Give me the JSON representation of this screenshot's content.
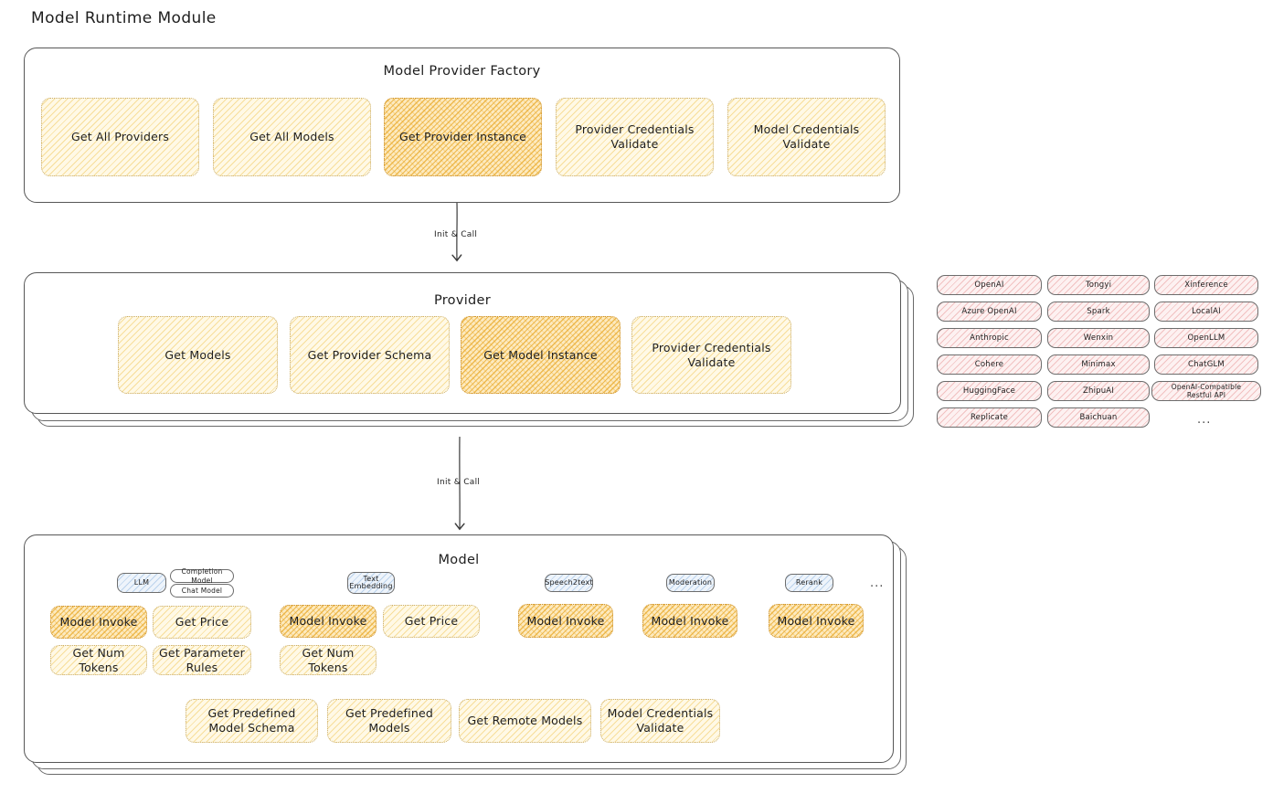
{
  "title": "Model Runtime Module",
  "arrows": [
    {
      "label": "Init & Call"
    },
    {
      "label": "Init & Call"
    }
  ],
  "factory": {
    "title": "Model Provider Factory",
    "nodes": [
      {
        "label": "Get All Providers",
        "highlight": false
      },
      {
        "label": "Get All Models",
        "highlight": false
      },
      {
        "label": "Get Provider Instance",
        "highlight": true
      },
      {
        "label": "Provider Credentials Validate",
        "highlight": false
      },
      {
        "label": "Model Credentials Validate",
        "highlight": false
      }
    ]
  },
  "provider": {
    "title": "Provider",
    "nodes": [
      {
        "label": "Get Models",
        "highlight": false
      },
      {
        "label": "Get Provider Schema",
        "highlight": false
      },
      {
        "label": "Get Model Instance",
        "highlight": true
      },
      {
        "label": "Provider Credentials Validate",
        "highlight": false
      }
    ]
  },
  "provider_list": {
    "columns": [
      [
        "OpenAI",
        "Azure OpenAI",
        "Anthropic",
        "Cohere",
        "HuggingFace",
        "Replicate"
      ],
      [
        "Tongyi",
        "Spark",
        "Wenxin",
        "Minimax",
        "ZhipuAI",
        "Baichuan"
      ],
      [
        "Xinference",
        "LocalAI",
        "OpenLLM",
        "ChatGLM",
        "OpenAI-Compatible Restful API"
      ]
    ],
    "more": "..."
  },
  "model": {
    "title": "Model",
    "more": "...",
    "groups": [
      {
        "badge": "LLM",
        "sub_badges": [
          "Completion Model",
          "Chat Model"
        ],
        "nodes": [
          {
            "label": "Model Invoke",
            "highlight": true
          },
          {
            "label": "Get Price",
            "highlight": false
          },
          {
            "label": "Get Num Tokens",
            "highlight": false
          },
          {
            "label": "Get Parameter Rules",
            "highlight": false
          }
        ]
      },
      {
        "badge": "Text Embedding",
        "sub_badges": [],
        "nodes": [
          {
            "label": "Model Invoke",
            "highlight": true
          },
          {
            "label": "Get Price",
            "highlight": false
          },
          {
            "label": "Get Num Tokens",
            "highlight": false
          }
        ]
      },
      {
        "badge": "Speech2text",
        "sub_badges": [],
        "nodes": [
          {
            "label": "Model Invoke",
            "highlight": true
          }
        ]
      },
      {
        "badge": "Moderation",
        "sub_badges": [],
        "nodes": [
          {
            "label": "Model Invoke",
            "highlight": true
          }
        ]
      },
      {
        "badge": "Rerank",
        "sub_badges": [],
        "nodes": [
          {
            "label": "Model Invoke",
            "highlight": true
          }
        ]
      }
    ],
    "common_nodes": [
      {
        "label": "Get Predefined Model Schema"
      },
      {
        "label": "Get Predefined Models"
      },
      {
        "label": "Get Remote Models"
      },
      {
        "label": "Model Credentials Validate"
      }
    ]
  },
  "colors": {
    "stroke": "#1e1e1e",
    "panel_border": "#575757",
    "yellow_fill": "#fff9e6",
    "amber_fill": "#fdeabf",
    "pink_fill": "#fdf1f1",
    "blue_fill": "#eef4fb"
  }
}
